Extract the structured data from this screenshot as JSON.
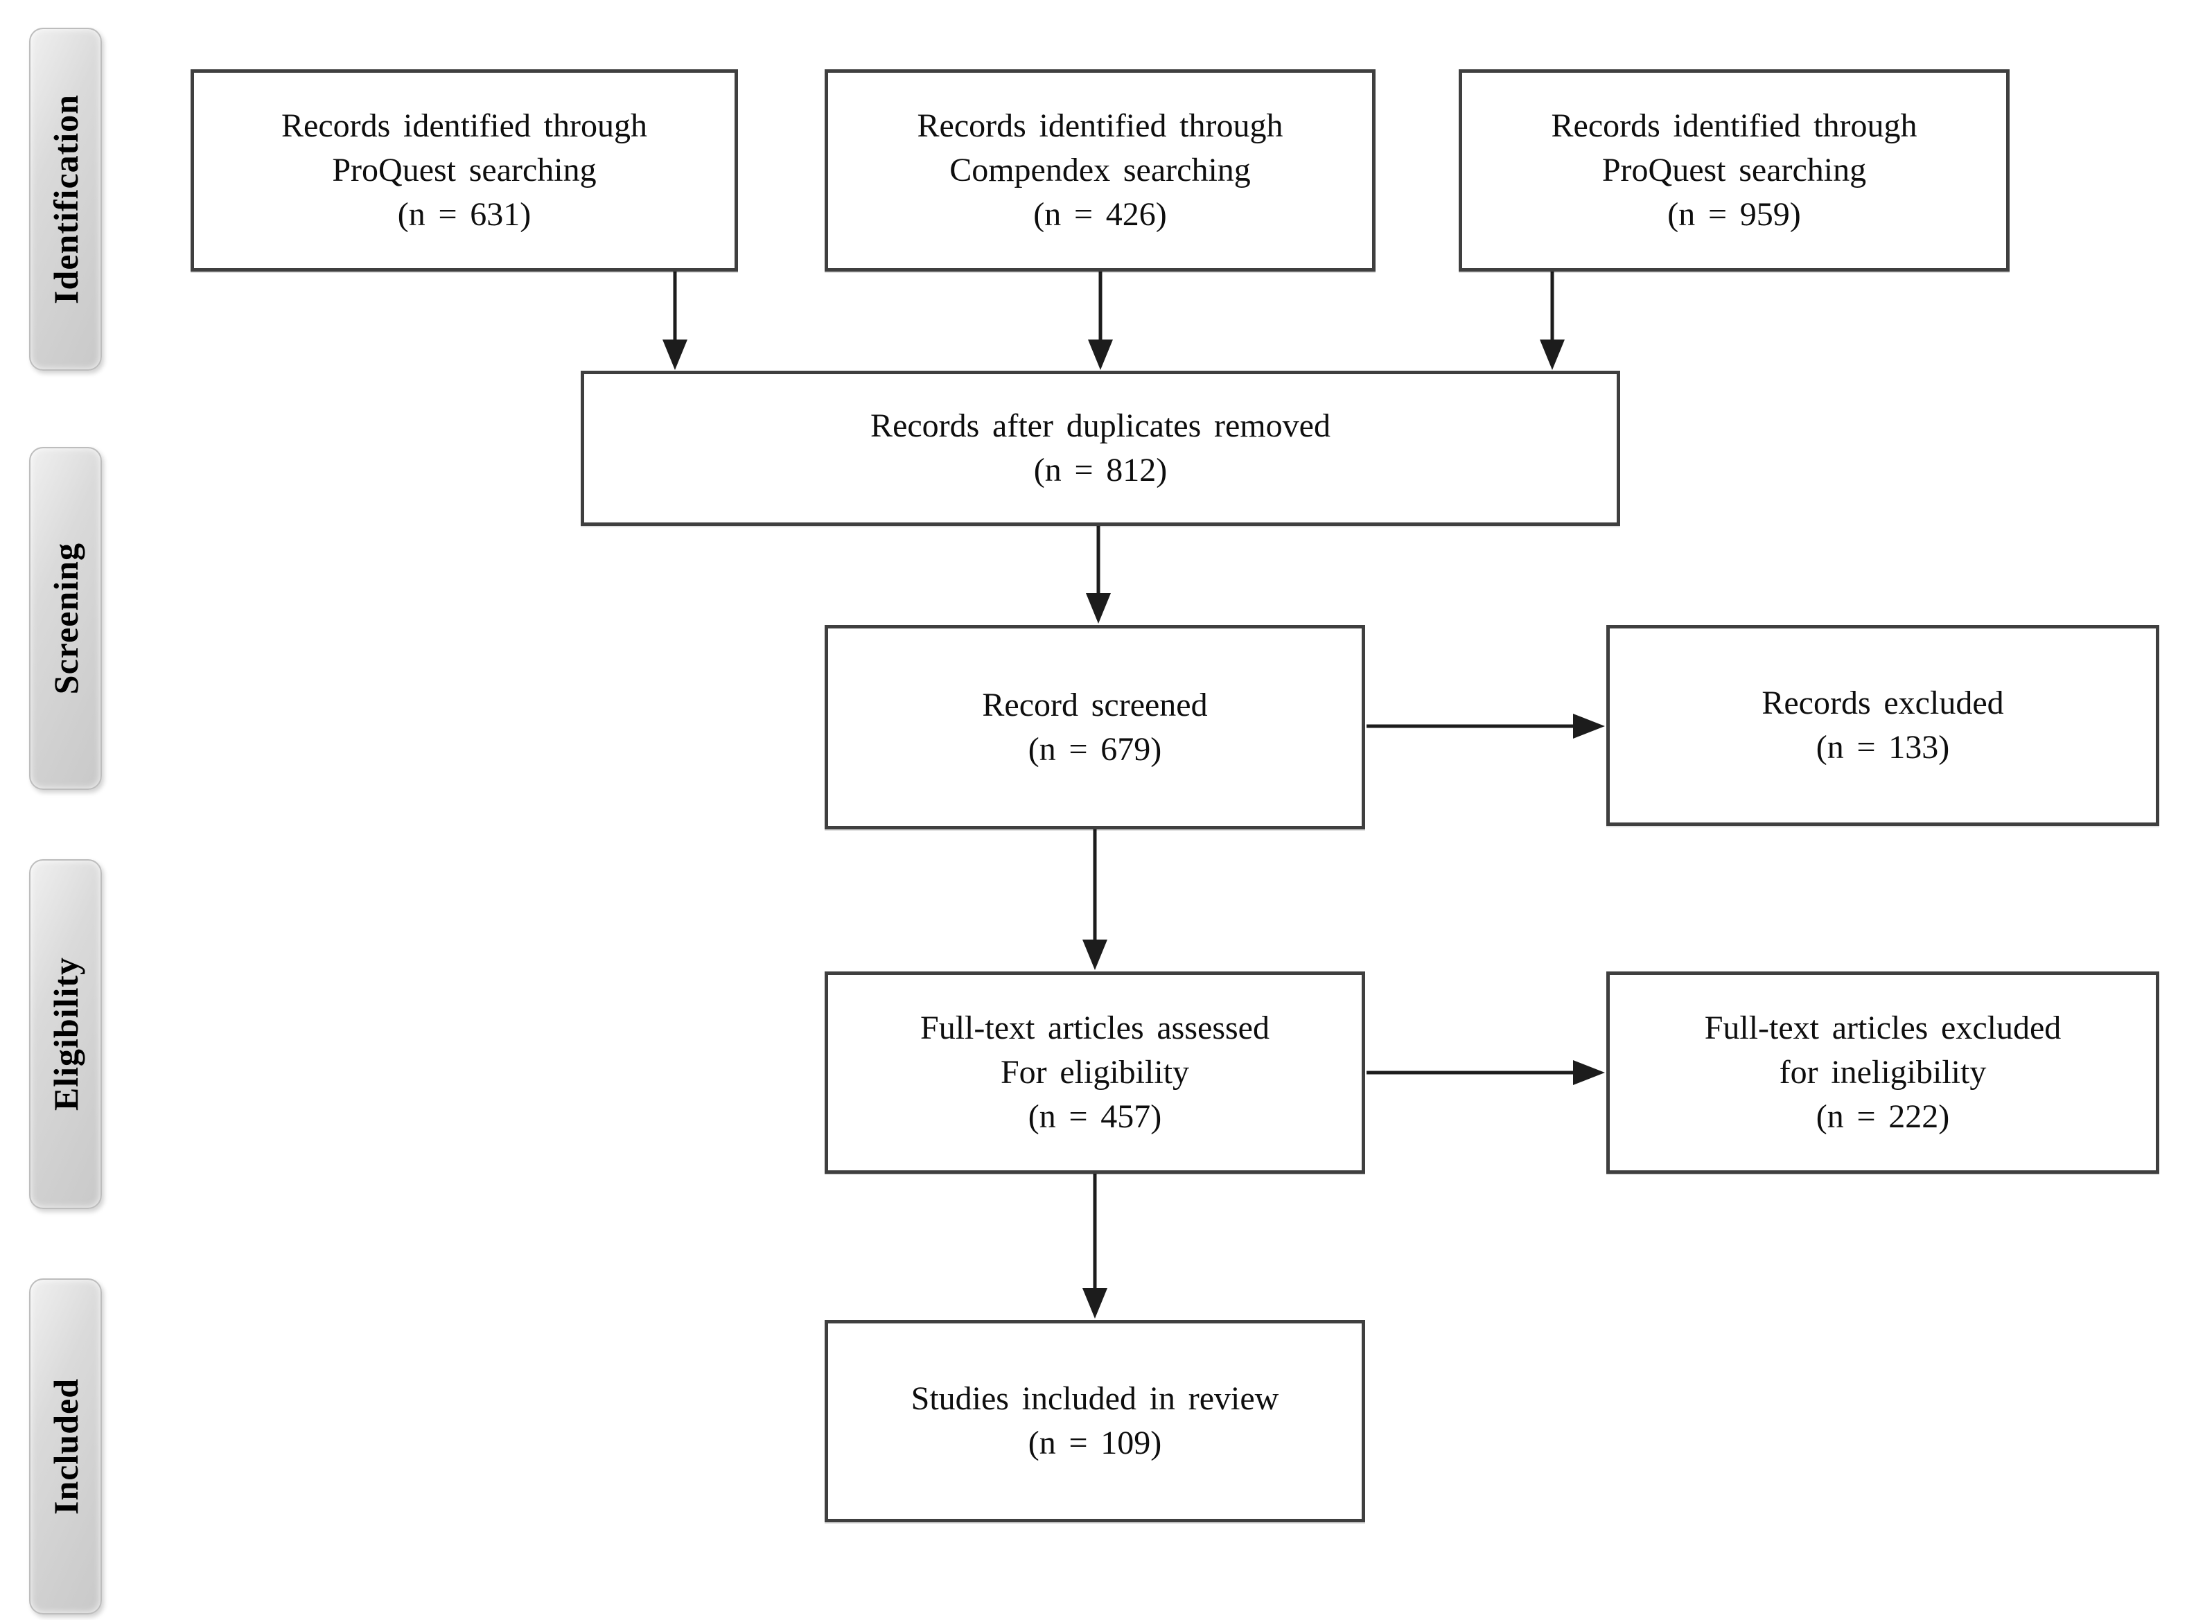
{
  "figure": {
    "type": "prisma-flow-diagram",
    "stages": [
      {
        "id": "identification",
        "label": "Identification"
      },
      {
        "id": "screening",
        "label": "Screening"
      },
      {
        "id": "eligibility",
        "label": "Eligibility"
      },
      {
        "id": "included",
        "label": "Included"
      }
    ],
    "boxes": {
      "source_proquest_1": {
        "lines": [
          "Records identified through",
          "ProQuest searching",
          "(n = 631)"
        ]
      },
      "source_compendex": {
        "lines": [
          "Records identified through",
          "Compendex searching",
          "(n = 426)"
        ]
      },
      "source_proquest_2": {
        "lines": [
          "Records identified through",
          "ProQuest searching",
          "(n = 959)"
        ]
      },
      "duplicates_removed": {
        "lines": [
          "Records after duplicates removed",
          "(n = 812)"
        ]
      },
      "records_screened": {
        "lines": [
          "Record screened",
          "(n = 679)"
        ]
      },
      "records_excluded": {
        "lines": [
          "Records excluded",
          "(n = 133)"
        ]
      },
      "fulltext_assessed": {
        "lines": [
          "Full-text articles assessed",
          "For eligibility",
          "(n = 457)"
        ]
      },
      "fulltext_excluded": {
        "lines": [
          "Full-text articles excluded",
          "for ineligibility",
          "(n = 222)"
        ]
      },
      "studies_included": {
        "lines": [
          "Studies included in review",
          "(n = 109)"
        ]
      }
    },
    "colors": {
      "box_border": "#3f3f3f",
      "arrow": "#1c1c1c",
      "stage_fill": "#d6d6d6",
      "background": "#ffffff"
    }
  }
}
